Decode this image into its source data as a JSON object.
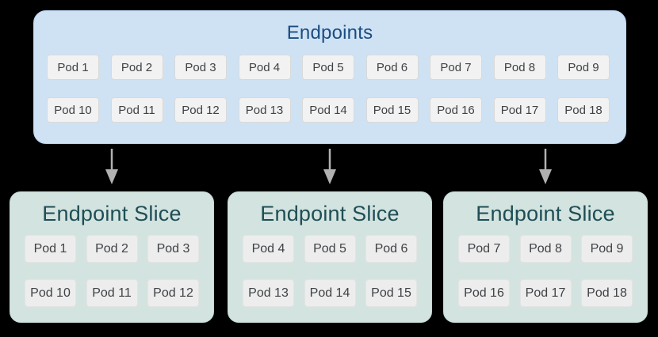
{
  "diagram": {
    "endpoints": {
      "title": "Endpoints",
      "rows": [
        [
          "Pod 1",
          "Pod 2",
          "Pod 3",
          "Pod 4",
          "Pod 5",
          "Pod 6",
          "Pod 7",
          "Pod 8",
          "Pod 9"
        ],
        [
          "Pod 10",
          "Pod 11",
          "Pod 12",
          "Pod 13",
          "Pod 14",
          "Pod 15",
          "Pod 16",
          "Pod 17",
          "Pod 18"
        ]
      ]
    },
    "slices": [
      {
        "title": "Endpoint Slice",
        "rows": [
          [
            "Pod 1",
            "Pod 2",
            "Pod 3"
          ],
          [
            "Pod 10",
            "Pod 11",
            "Pod 12"
          ]
        ]
      },
      {
        "title": "Endpoint Slice",
        "rows": [
          [
            "Pod 4",
            "Pod 5",
            "Pod 6"
          ],
          [
            "Pod 13",
            "Pod 14",
            "Pod 15"
          ]
        ]
      },
      {
        "title": "Endpoint Slice",
        "rows": [
          [
            "Pod 7",
            "Pod 8",
            "Pod 9"
          ],
          [
            "Pod 16",
            "Pod 17",
            "Pod 18"
          ]
        ]
      }
    ],
    "colors": {
      "canvas_background": "#000000",
      "endpoints_box": "#cfe2f4",
      "endpoints_title": "#1b4d82",
      "slice_box": "#d3e3e0",
      "slice_title": "#1f4e55",
      "pod_background": "#f2f2f2",
      "pod_text": "#3f4245",
      "arrow": "#b1b1b1"
    }
  }
}
